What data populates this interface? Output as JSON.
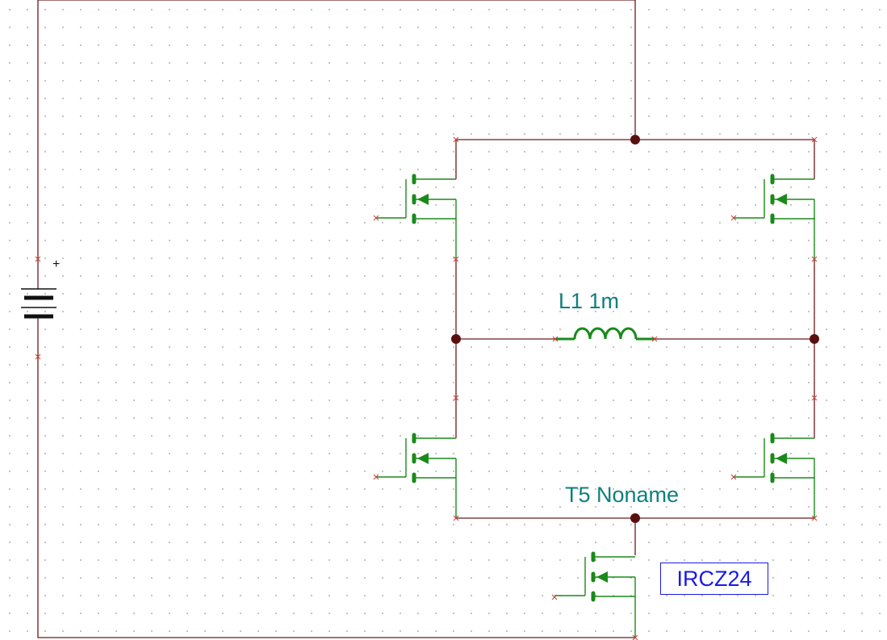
{
  "inductor": {
    "label": "L1 1m"
  },
  "transistor_t5": {
    "label": "T5 Noname"
  },
  "model": {
    "label": "IRCZ24"
  },
  "battery": {
    "polarity": "+"
  },
  "colors": {
    "wire": "#6b1a1a",
    "component": "#1a8a1a",
    "label": "#0e7f7f",
    "model_box": "#1a1ae6",
    "terminal_marker": "#c8453a"
  }
}
